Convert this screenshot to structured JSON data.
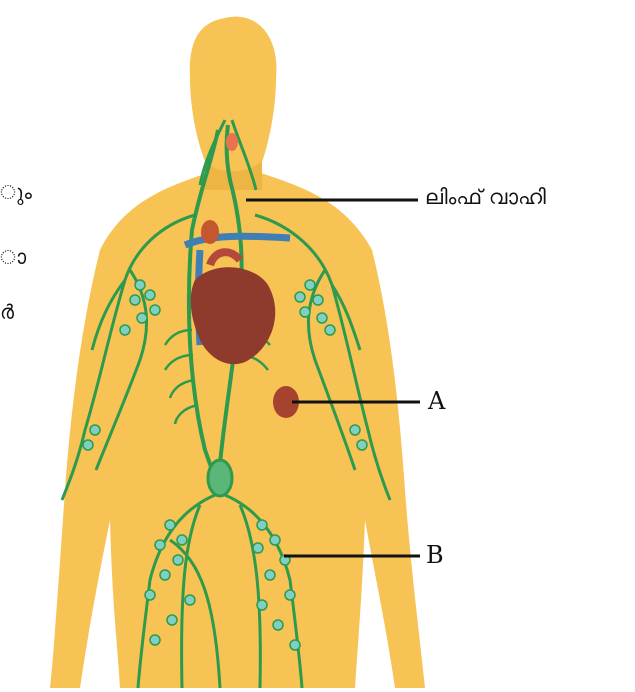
{
  "labels": {
    "lymph_vessel": "ലിംഫ് വാഹി",
    "a": "A",
    "b": "B"
  },
  "left_margin_fragments": [
    "ും",
    "ാ",
    "ർ"
  ],
  "colors": {
    "body": "#F7C354",
    "vessel": "#2E9A4E",
    "node": "#7FD0C2",
    "heart": "#8E3A2C",
    "vein": "#3F7FB3",
    "line": "#111111"
  }
}
